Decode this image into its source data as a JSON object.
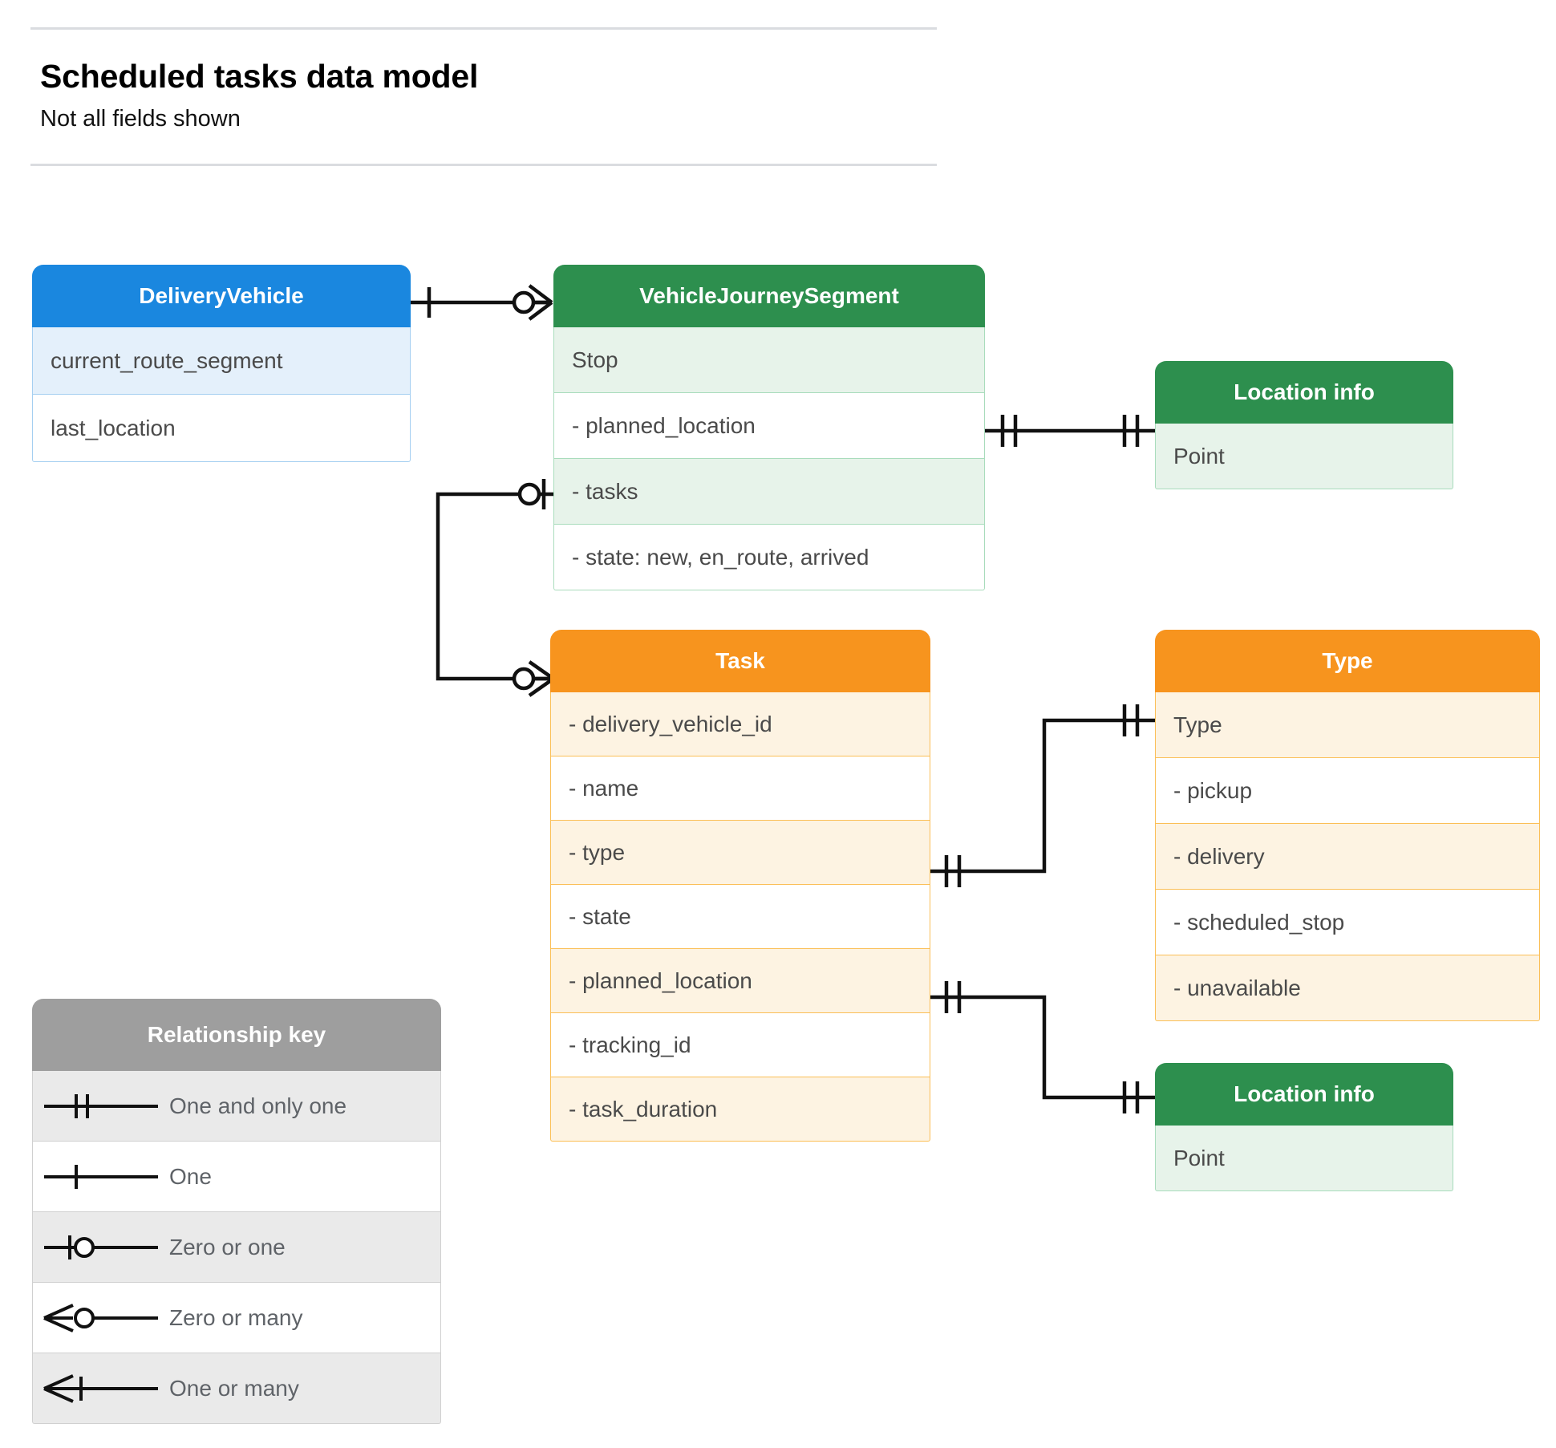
{
  "header": {
    "title": "Scheduled tasks data model",
    "subtitle": "Not all fields shown"
  },
  "colors": {
    "blue_header": "#1a87df",
    "blue_row": "#e4f0fb",
    "green_header": "#2d8f4e",
    "green_row": "#e7f3ea",
    "orange_header": "#f7941e",
    "orange_row": "#fdf3e2",
    "grey_header": "#9e9e9e",
    "grey_row": "#eaeaea",
    "connector": "#111111",
    "rule": "#dadce0"
  },
  "entities": {
    "delivery_vehicle": {
      "title": "DeliveryVehicle",
      "rows": [
        "current_route_segment",
        "last_location"
      ]
    },
    "vehicle_journey_segment": {
      "title": "VehicleJourneySegment",
      "rows": [
        "Stop",
        "-  planned_location",
        "- tasks",
        "- state: new, en_route, arrived"
      ]
    },
    "location_info_top": {
      "title": "Location info",
      "rows": [
        "Point"
      ]
    },
    "task": {
      "title": "Task",
      "rows": [
        "- delivery_vehicle_id",
        "- name",
        "- type",
        "- state",
        "- planned_location",
        "- tracking_id",
        "- task_duration"
      ]
    },
    "type": {
      "title": "Type",
      "rows": [
        "Type",
        "-   pickup",
        "-   delivery",
        "-   scheduled_stop",
        "-   unavailable"
      ]
    },
    "location_info_bottom": {
      "title": "Location info",
      "rows": [
        "Point"
      ]
    }
  },
  "legend": {
    "title": "Relationship key",
    "items": [
      {
        "symbol": "one-and-only-one-icon",
        "label": "One and only one"
      },
      {
        "symbol": "one-icon",
        "label": "One"
      },
      {
        "symbol": "zero-or-one-icon",
        "label": "Zero or one"
      },
      {
        "symbol": "zero-or-many-icon",
        "label": "Zero or many"
      },
      {
        "symbol": "one-or-many-icon",
        "label": "One or many"
      }
    ]
  },
  "relationships": [
    {
      "from": "DeliveryVehicle",
      "to": "VehicleJourneySegment",
      "from_cardinality": "One",
      "to_cardinality": "Zero or many"
    },
    {
      "from": "VehicleJourneySegment.tasks",
      "to": "Task",
      "from_cardinality": "Zero or one",
      "to_cardinality": "Zero or many"
    },
    {
      "from": "VehicleJourneySegment.planned_location",
      "to": "Location info",
      "from_cardinality": "One and only one",
      "to_cardinality": "One and only one"
    },
    {
      "from": "Task.type",
      "to": "Type",
      "from_cardinality": "One and only one",
      "to_cardinality": "One and only one"
    },
    {
      "from": "Task.planned_location",
      "to": "Location info",
      "from_cardinality": "One and only one",
      "to_cardinality": "One and only one"
    }
  ]
}
